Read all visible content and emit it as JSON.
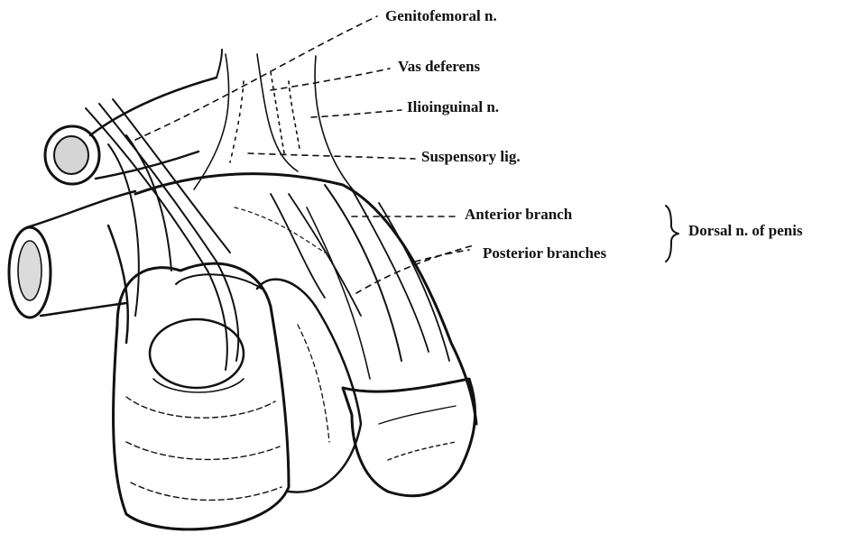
{
  "labels": {
    "genitofemoral": "Genitofemoral n.",
    "vas_deferens": "Vas deferens",
    "ilioinguinal": "Ilioinguinal n.",
    "suspensory": "Suspensory lig.",
    "anterior_branch": "Anterior branch",
    "posterior_branches": "Posterior branches",
    "dorsal_nerve": "Dorsal n. of penis"
  },
  "colors": {
    "ink": "#111111",
    "background": "#ffffff"
  }
}
